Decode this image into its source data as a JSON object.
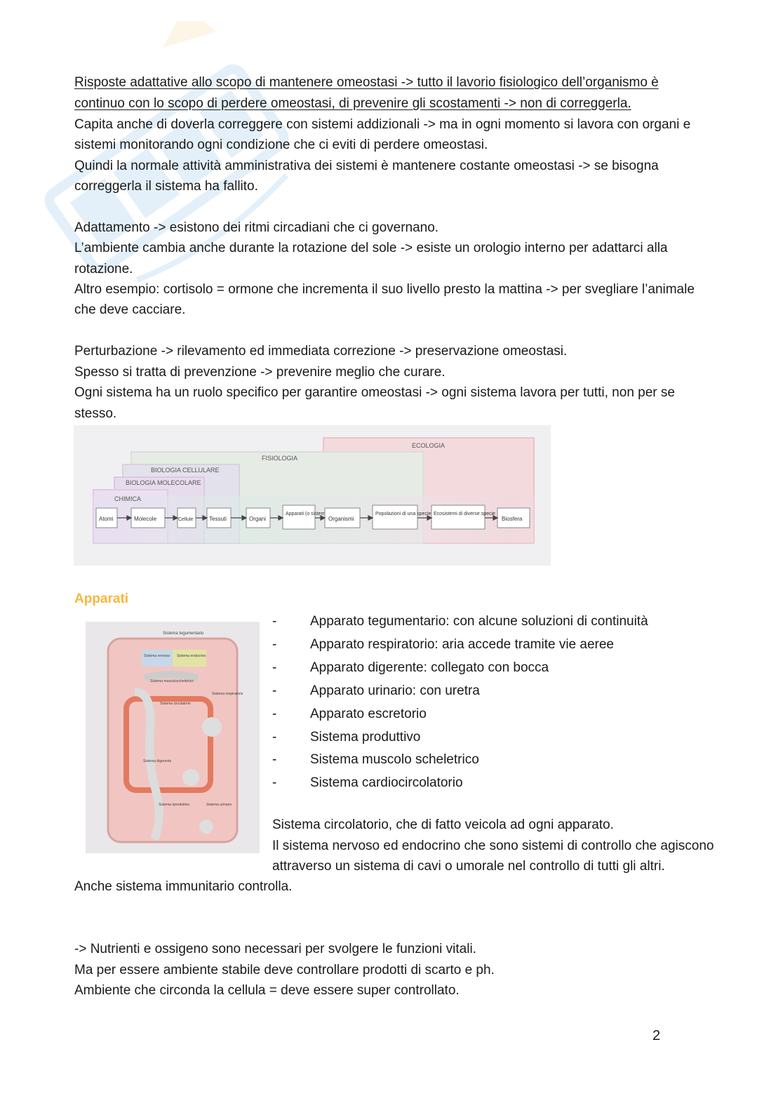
{
  "paragraphs": {
    "p1_l1": "Risposte adattative allo scopo di mantenere omeostasi -> tutto il lavorio fisiologico dell’organismo è",
    "p1_l2": "continuo con lo scopo di perdere omeostasi, di prevenire gli scostamenti -> non di correggerla.",
    "p1_l3": "Capita anche di doverla correggere con sistemi addizionali -> ma in ogni momento si lavora con organi e",
    "p1_l4": "sistemi monitorando ogni condizione che ci eviti di perdere omeostasi.",
    "p1_l5": "Quindi la normale attività amministrativa dei sistemi è mantenere costante omeostasi -> se bisogna",
    "p1_l6": "correggerla il sistema ha fallito.",
    "p2_l1": "Adattamento -> esistono dei ritmi circadiani che ci governano.",
    "p2_l2": "L’ambiente cambia anche durante la rotazione del sole -> esiste un orologio interno per adattarci alla",
    "p2_l3": "rotazione.",
    "p2_l4": "Altro esempio: cortisolo = ormone che incrementa il suo livello presto la mattina -> per svegliare l’animale",
    "p2_l5": "che deve cacciare.",
    "p3_l1": "Perturbazione -> rilevamento ed immediata correzione -> preservazione omeostasi.",
    "p3_l2": "Spesso si tratta di prevenzione -> prevenire meglio che curare.",
    "p3_l3": "Ogni sistema ha un ruolo specifico per garantire omeostasi -> ogni sistema lavora per tutti, non per se",
    "p3_l4": "stesso."
  },
  "hierarchy_figure": {
    "levels": [
      "ECOLOGIA",
      "FISIOLOGIA",
      "BIOLOGIA CELLULARE",
      "BIOLOGIA MOLECOLARE",
      "CHIMICA"
    ],
    "nodes": [
      "Atomi",
      "Molecole",
      "Cellule",
      "Tessuti",
      "Organi",
      "Apparati (o sistemi)",
      "Organismi",
      "Popolazioni di una specie",
      "Ecosistemi di diverse specie",
      "Biosfera"
    ]
  },
  "section_heading": "Apparati",
  "systems_figure": {
    "labels": [
      "Sistema tegumentario",
      "Sistema nervoso",
      "Sistema endocrino",
      "Sistema muscoloscheletrico",
      "Sistema circolatorio",
      "Sistema respiratorio",
      "Sistema digerente",
      "Sistema riproduttivo",
      "Sistema urinario"
    ]
  },
  "apparati_list": [
    "Apparato tegumentario: con alcune soluzioni di continuità",
    "Apparato respiratorio: aria accede tramite vie aeree",
    "Apparato digerente: collegato con bocca",
    "Apparato urinario: con uretra",
    "Apparato escretorio",
    "Sistema produttivo",
    "Sistema muscolo scheletrico",
    "Sistema cardiocircolatorio"
  ],
  "list_dash": "-",
  "after_list": {
    "l1": "Sistema circolatorio, che di fatto veicola ad ogni apparato.",
    "l2": "Il sistema nervoso ed endocrino che sono sistemi di controllo che agiscono",
    "l3": "attraverso un sistema di cavi o umorale nel controllo di tutti gli altri.",
    "l4": "Anche sistema immunitario controlla."
  },
  "final": {
    "l1": "-> Nutrienti e ossigeno sono necessari per svolgere le funzioni vitali.",
    "l2": "Ma per essere ambiente stabile deve controllare prodotti di scarto e ph.",
    "l3": "Ambiente che circonda la cellula = deve essere super controllato."
  },
  "page_number": "2",
  "colors": {
    "heading": "#f6b73c",
    "watermark": "#2f8fd8",
    "text": "#1a1a1a"
  }
}
